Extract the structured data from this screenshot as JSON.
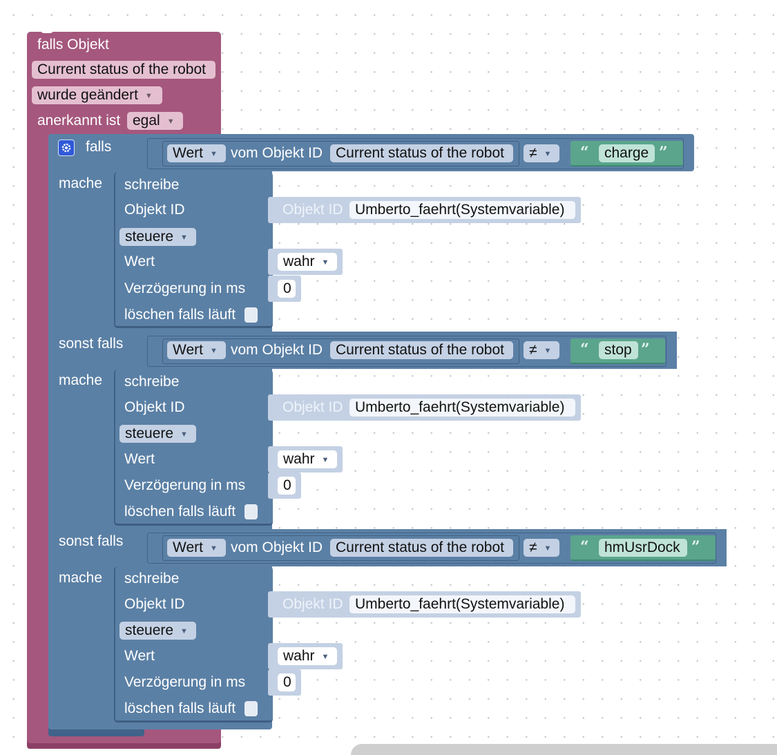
{
  "trigger": {
    "title": "falls Objekt",
    "object_name": "Current status of the robot",
    "change_mode": "wurde geändert",
    "ack_label": "anerkannt ist",
    "ack_value": "egal"
  },
  "ifblock": {
    "if_label": "falls",
    "elseif_label": "sonst falls",
    "do_label": "mache"
  },
  "conditions": [
    {
      "value_dd": "Wert",
      "from_label": "vom Objekt ID",
      "object_name": "Current status of the robot",
      "operator": "≠",
      "string_value": "charge"
    },
    {
      "value_dd": "Wert",
      "from_label": "vom Objekt ID",
      "object_name": "Current status of the robot",
      "operator": "≠",
      "string_value": "stop"
    },
    {
      "value_dd": "Wert",
      "from_label": "vom Objekt ID",
      "object_name": "Current status of the robot",
      "operator": "≠",
      "string_value": "hmUsrDock"
    }
  ],
  "actions": [
    {
      "title": "schreibe",
      "obj_label": "Objekt ID",
      "obj_inner_label": "Objekt ID",
      "obj_value": "Umberto_faehrt(Systemvariable)",
      "mode": "steuere",
      "value_label": "Wert",
      "value": "wahr",
      "delay_label": "Verzögerung in ms",
      "delay": "0",
      "clear_label": "löschen falls läuft"
    },
    {
      "title": "schreibe",
      "obj_label": "Objekt ID",
      "obj_inner_label": "Objekt ID",
      "obj_value": "Umberto_faehrt(Systemvariable)",
      "mode": "steuere",
      "value_label": "Wert",
      "value": "wahr",
      "delay_label": "Verzögerung in ms",
      "delay": "0",
      "clear_label": "löschen falls läuft"
    },
    {
      "title": "schreibe",
      "obj_label": "Objekt ID",
      "obj_inner_label": "Objekt ID",
      "obj_value": "Umberto_faehrt(Systemvariable)",
      "mode": "steuere",
      "value_label": "Wert",
      "value": "wahr",
      "delay_label": "Verzögerung in ms",
      "delay": "0",
      "clear_label": "löschen falls läuft"
    }
  ],
  "icons": {
    "gear": "gear-icon",
    "dropdown": "dropdown-arrow-icon",
    "quote": "quote-icon"
  },
  "colors": {
    "trigger": "#a5577d",
    "logic": "#5b80a5",
    "string": "#5ba58c",
    "values": "#c4d1e4"
  }
}
